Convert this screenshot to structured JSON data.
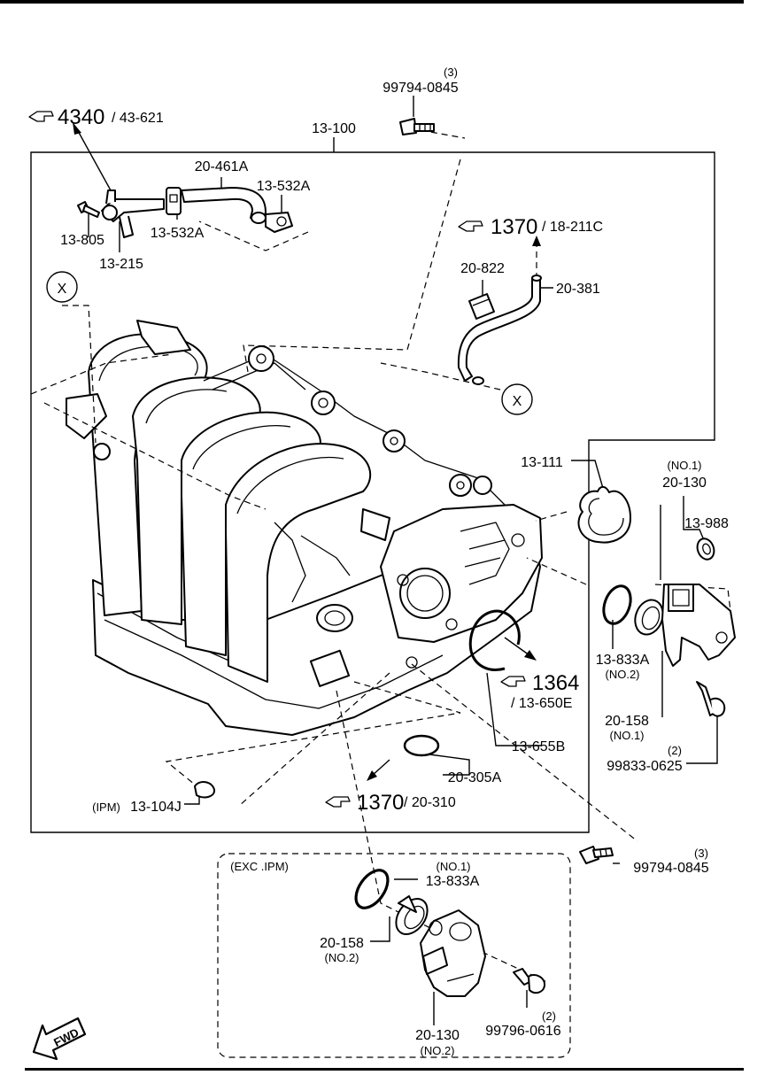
{
  "refs": {
    "r4340_main": "4340",
    "r4340_sub": "/ 43-621",
    "r1370a_main": "1370",
    "r1370a_sub": "/ 18-211C",
    "r1364_main": "1364",
    "r1364_sub": "/ 13-650E",
    "r1370b_main": "1370",
    "r1370b_sub": "/ 20-310"
  },
  "labels": {
    "qty3_top": "(3)",
    "p99794_top": "99794-0845",
    "p13_100": "13-100",
    "p20_461A": "20-461A",
    "p13_532A_r": "13-532A",
    "p13_532A_l": "13-532A",
    "p13_805": "13-805",
    "p13_215": "13-215",
    "p20_822": "20-822",
    "p20_381": "20-381",
    "marker_x1": "X",
    "marker_x2": "X",
    "p13_111": "13-111",
    "no1_a": "(NO.1)",
    "p20_130_a": "20-130",
    "p13_988": "13-988",
    "p13_833A_a": "13-833A",
    "no2_a": "(NO.2)",
    "p20_158_a": "20-158",
    "no1_b": "(NO.1)",
    "qty2_a": "(2)",
    "p99833": "99833-0625",
    "p13_655B": "13-655B",
    "p20_305A": "20-305A",
    "ipm": "(IPM)",
    "p13_104J": "13-104J",
    "qty3_mid": "(3)",
    "p99794_mid": "99794-0845",
    "exc_ipm": "(EXC .IPM)",
    "no1_c": "(NO.1)",
    "p13_833A_b": "13-833A",
    "p20_158_b": "20-158",
    "no2_b": "(NO.2)",
    "qty2_b": "(2)",
    "p99796": "99796-0616",
    "p20_130_b": "20-130",
    "no2_c": "(NO.2)",
    "fwd": "FWD"
  }
}
